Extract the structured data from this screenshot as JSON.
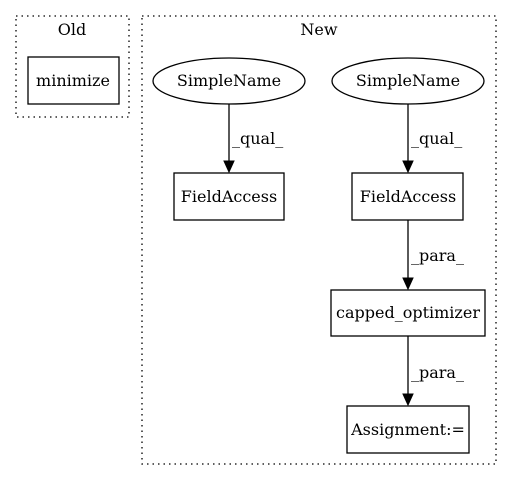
{
  "clusters": {
    "old": {
      "label": "Old"
    },
    "new": {
      "label": "New"
    }
  },
  "nodes": {
    "minimize": {
      "label": "minimize",
      "shape": "box"
    },
    "simplename_1": {
      "label": "SimpleName",
      "shape": "ellipse"
    },
    "simplename_2": {
      "label": "SimpleName",
      "shape": "ellipse"
    },
    "fieldaccess_1": {
      "label": "FieldAccess",
      "shape": "box"
    },
    "fieldaccess_2": {
      "label": "FieldAccess",
      "shape": "box"
    },
    "capped_optimizer": {
      "label": "capped_optimizer",
      "shape": "box"
    },
    "assignment": {
      "label": "Assignment:=",
      "shape": "box"
    }
  },
  "edges": [
    {
      "from": "simplename_1",
      "to": "fieldaccess_1",
      "label": "_qual_"
    },
    {
      "from": "simplename_2",
      "to": "fieldaccess_2",
      "label": "_qual_"
    },
    {
      "from": "fieldaccess_2",
      "to": "capped_optimizer",
      "label": "_para_"
    },
    {
      "from": "capped_optimizer",
      "to": "assignment",
      "label": "_para_"
    }
  ]
}
